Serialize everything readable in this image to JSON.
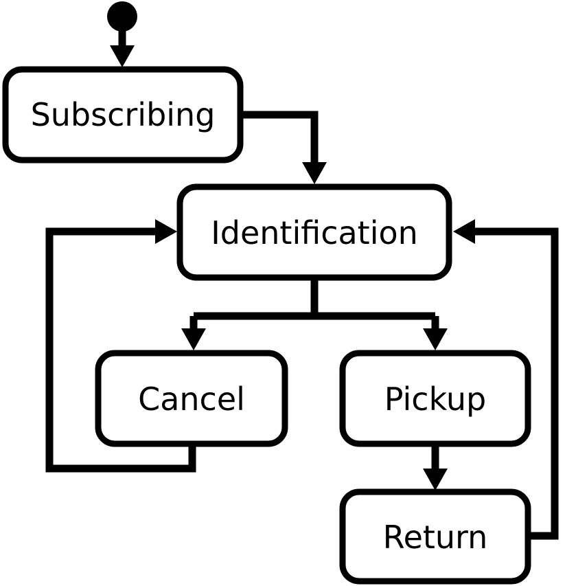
{
  "diagram": {
    "type": "state-flow",
    "initial_state": "Subscribing",
    "nodes": {
      "subscribing": "Subscribing",
      "identification": "Identification",
      "cancel": "Cancel",
      "pickup": "Pickup",
      "return": "Return"
    },
    "edges": [
      {
        "from": "start",
        "to": "Subscribing"
      },
      {
        "from": "Subscribing",
        "to": "Identification"
      },
      {
        "from": "Identification",
        "to": "Cancel"
      },
      {
        "from": "Identification",
        "to": "Pickup"
      },
      {
        "from": "Cancel",
        "to": "Identification"
      },
      {
        "from": "Pickup",
        "to": "Return"
      },
      {
        "from": "Return",
        "to": "Identification"
      }
    ],
    "colors": {
      "stroke": "#000000",
      "fill": "#ffffff"
    }
  }
}
